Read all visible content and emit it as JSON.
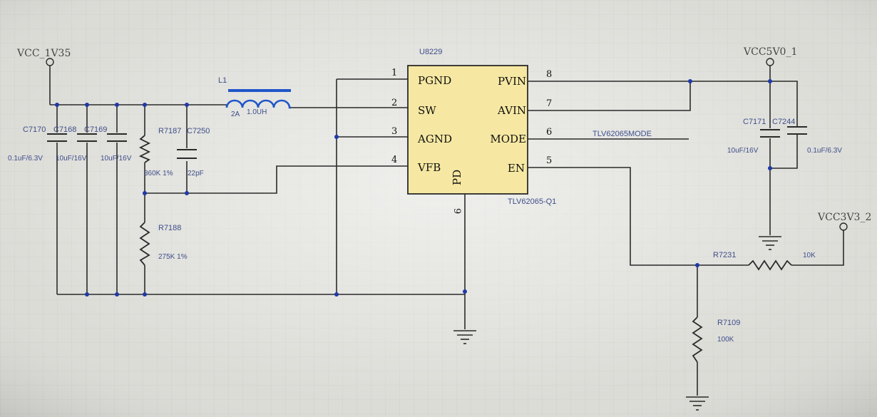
{
  "colors": {
    "wire": "#2a2a2a",
    "component": "#2b2b2b",
    "ic_fill": "#f6e8a2",
    "ic_border": "#2b2b2b",
    "inductor": "#1f56c8",
    "label": "#3e4f8a",
    "junction": "#1e3aa8",
    "background": "#d9d9d4"
  },
  "nets": {
    "vcc_1v35": "VCC_1V35",
    "vcc5v0_1": "VCC5V0_1",
    "vcc3v3_2": "VCC3V3_2",
    "mode_net": "TLV62065MODE"
  },
  "ic": {
    "refdes": "U8229",
    "part": "TLV62065-Q1",
    "pins": [
      {
        "num": "1",
        "name": "PGND"
      },
      {
        "num": "2",
        "name": "SW"
      },
      {
        "num": "3",
        "name": "AGND"
      },
      {
        "num": "4",
        "name": "VFB"
      },
      {
        "num": "8",
        "name": "PVIN"
      },
      {
        "num": "7",
        "name": "AVIN"
      },
      {
        "num": "6",
        "name": "MODE"
      },
      {
        "num": "5",
        "name": "EN"
      },
      {
        "num": "9",
        "name": "PD"
      }
    ]
  },
  "inductor": {
    "refdes": "L1",
    "current": "2A",
    "value": "1.0UH"
  },
  "capacitors": {
    "c7170": {
      "refdes": "C7170",
      "value": "0.1uF/6.3V"
    },
    "c7168": {
      "refdes": "C7168",
      "value": "10uF/16V"
    },
    "c7169": {
      "refdes": "C7169",
      "value": "10uF/16V"
    },
    "c7250": {
      "refdes": "C7250",
      "value": "22pF"
    },
    "c7171": {
      "refdes": "C7171",
      "value": "10uF/16V"
    },
    "c7244": {
      "refdes": "C7244",
      "value": "0.1uF/6.3V"
    }
  },
  "resistors": {
    "r7187": {
      "refdes": "R7187",
      "value": "360K 1%"
    },
    "r7188": {
      "refdes": "R7188",
      "value": "275K 1%"
    },
    "r7231": {
      "refdes": "R7231",
      "value": "10K"
    },
    "r7109": {
      "refdes": "R7109",
      "value": "100K"
    }
  }
}
